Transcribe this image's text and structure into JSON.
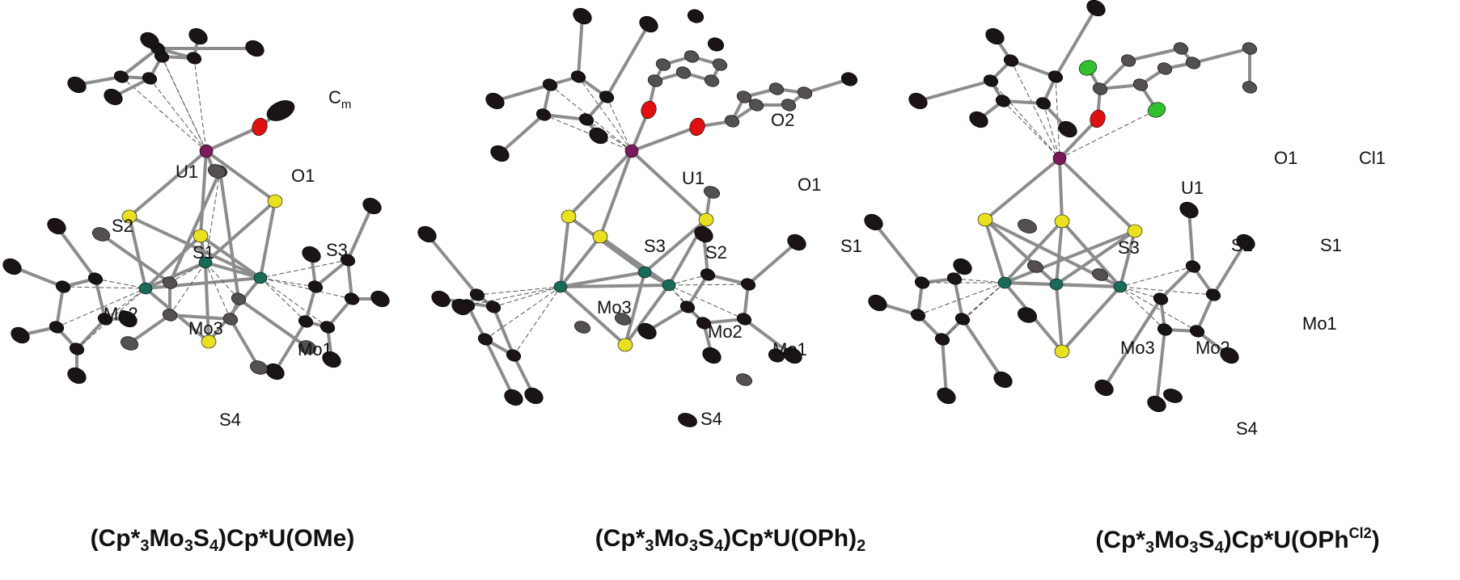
{
  "structures": [
    {
      "id": "ome",
      "caption": {
        "prefix": "(Cp*",
        "s1": "3",
        "m1": "Mo",
        "s2": "3",
        "m2": "S",
        "s3": "4",
        "m3": ")Cp*U(OMe)",
        "sub_end": "",
        "sup_end": "",
        "tail": ""
      },
      "labels": {
        "Cm_main": "C",
        "Cm_sub": "m",
        "U1": "U1",
        "O1": "O1",
        "S1": "S1",
        "S2": "S2",
        "S3": "S3",
        "S4": "S4",
        "Mo1": "Mo1",
        "Mo2": "Mo2",
        "Mo3": "Mo3"
      }
    },
    {
      "id": "oph2",
      "caption": {
        "prefix": "(Cp*",
        "s1": "3",
        "m1": "Mo",
        "s2": "3",
        "m2": "S",
        "s3": "4",
        "m3": ")Cp*U(OPh)",
        "sub_end": "2",
        "sup_end": "",
        "tail": ""
      },
      "labels": {
        "U1": "U1",
        "O1": "O1",
        "O2": "O2",
        "S1": "S1",
        "S2": "S2",
        "S3": "S3",
        "S4": "S4",
        "Mo1": "Mo1",
        "Mo2": "Mo2",
        "Mo3": "Mo3"
      }
    },
    {
      "id": "ophcl2",
      "caption": {
        "prefix": "(Cp*",
        "s1": "3",
        "m1": "Mo",
        "s2": "3",
        "m2": "S",
        "s3": "4",
        "m3": ")Cp*U(OPh",
        "sub_end": "",
        "sup_end": "Cl2",
        "tail": ")"
      },
      "labels": {
        "U1": "U1",
        "O1": "O1",
        "Cl1": "Cl1",
        "S1": "S1",
        "S2": "S2",
        "S3": "S3",
        "S4": "S4",
        "Mo1": "Mo1",
        "Mo2": "Mo2",
        "Mo3": "Mo3"
      }
    }
  ],
  "colors": {
    "carbon": "#1a1414",
    "carbon_gray": "#555050",
    "uranium": "#7a1a5a",
    "oxygen": "#e01010",
    "sulfur": "#e8e020",
    "molybdenum": "#1a6a5a",
    "chlorine": "#30c030",
    "bond": "#8c8c8c"
  }
}
